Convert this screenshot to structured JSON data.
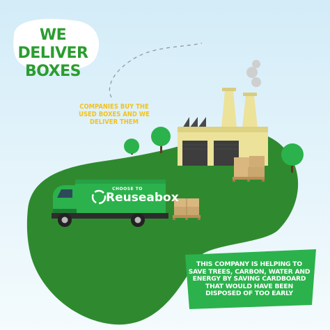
{
  "badge": {
    "text": "WE DELIVER BOXES"
  },
  "companies_note": {
    "text": "COMPANIES BUY THE USED BOXES AND WE DELIVER THEM"
  },
  "info_box": {
    "text": "THIS COMPANY IS HELPING TO SAVE TREES, CARBON, WATER AND ENERGY BY SAVING CARDBOARD THAT WOULD HAVE BEEN DISPOSED OF TOO EARLY"
  },
  "truck": {
    "small_label": "CHOOSE TO",
    "brand": "Reuseabox"
  },
  "icons": [
    "recycle-icon",
    "factory-icon",
    "truck-icon",
    "tree-icon",
    "cardboard-box-icon",
    "pallet-icon",
    "smoke-icon"
  ],
  "colors": {
    "green": "#2f8a2f",
    "brand_green": "#2bb24c",
    "sky": "#d9eef8",
    "factory_yellow": "#ece29a",
    "cardboard": "#d9b77f"
  }
}
